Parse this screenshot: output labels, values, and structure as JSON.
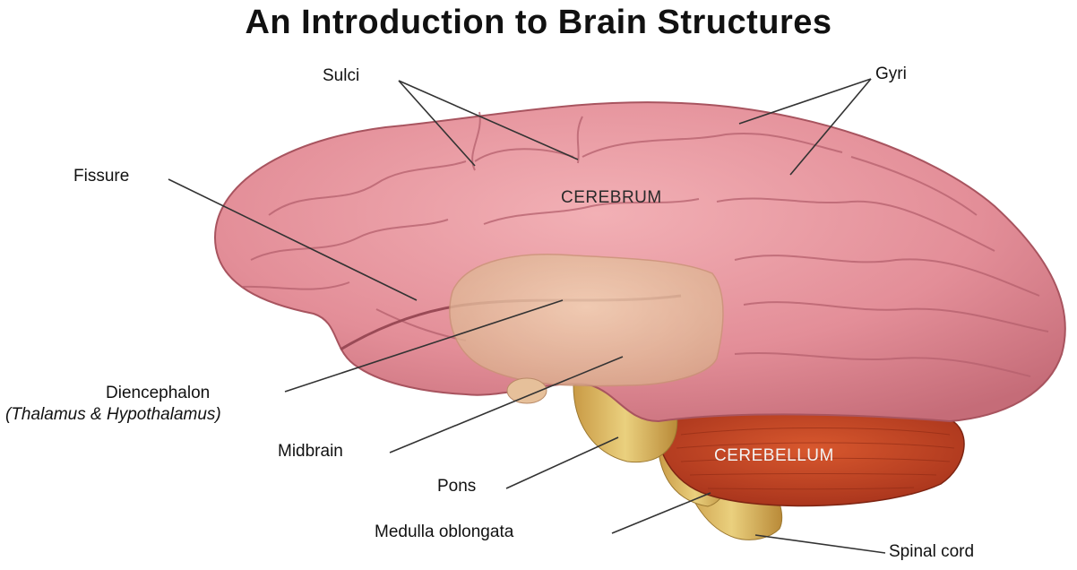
{
  "title": "An Introduction to Brain Structures",
  "labels": {
    "sulci": "Sulci",
    "gyri": "Gyri",
    "fissure": "Fissure",
    "cerebrum": "CEREBRUM",
    "diencephalon": "Diencephalon",
    "diencephalon_sub": "(Thalamus & Hypothalamus)",
    "midbrain": "Midbrain",
    "pons": "Pons",
    "cerebellum": "CEREBELLUM",
    "medulla": "Medulla oblongata",
    "spinal_cord": "Spinal cord"
  },
  "colors": {
    "cerebrum": "#e8969e",
    "cerebrum_dark": "#c9707c",
    "diencephalon": "#e8c4a0",
    "brainstem": "#d9b462",
    "cerebellum": "#c0421e",
    "leader_line": "#333333"
  }
}
